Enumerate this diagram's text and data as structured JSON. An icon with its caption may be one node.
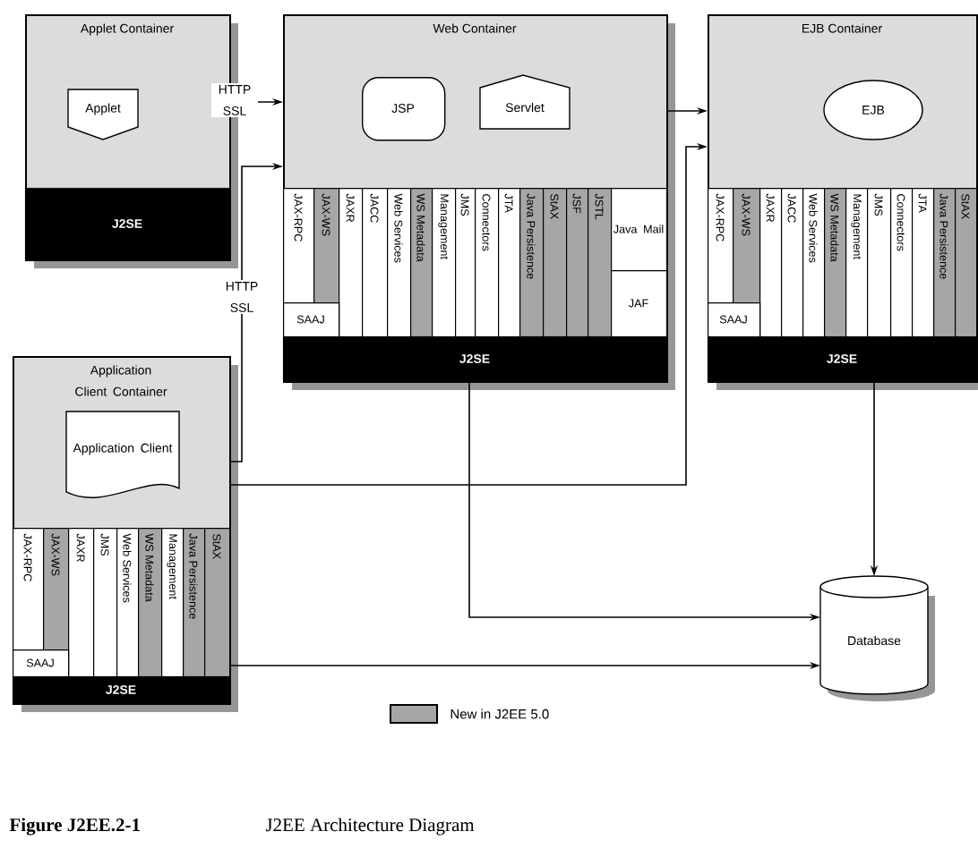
{
  "diagram": {
    "caption": "J2EE Architecture Diagram",
    "nodes": [
      {
        "text": [
          "Applet Container"
        ]
      },
      {
        "text": [
          "Applet"
        ],
        "in": 0
      },
      {
        "text": [
          "J2SE"
        ],
        "in": 0
      },
      {
        "text": [
          "Web Container"
        ]
      },
      {
        "text": [
          "JSP"
        ],
        "in": 3
      },
      {
        "text": [
          "Servlet"
        ],
        "in": 3
      },
      {
        "text": [
          "JAX-RPC"
        ],
        "in": 3
      },
      {
        "text": [
          "JAX-WS"
        ],
        "in": 3
      },
      {
        "text": [
          "JAXR"
        ],
        "in": 3
      },
      {
        "text": [
          "JACC"
        ],
        "in": 3
      },
      {
        "text": [
          "Web Services"
        ],
        "in": 3
      },
      {
        "text": [
          "WS Metadata"
        ],
        "in": 3
      },
      {
        "text": [
          "Management"
        ],
        "in": 3
      },
      {
        "text": [
          "JMS"
        ],
        "in": 3
      },
      {
        "text": [
          "Connectors"
        ],
        "in": 3
      },
      {
        "text": [
          "JTA"
        ],
        "in": 3
      },
      {
        "text": [
          "Java Persistence"
        ],
        "in": 3
      },
      {
        "text": [
          "StAX"
        ],
        "in": 3
      },
      {
        "text": [
          "JSF"
        ],
        "in": 3
      },
      {
        "text": [
          "JSTL"
        ],
        "in": 3
      },
      {
        "text": [
          "Java Mail"
        ],
        "in": 3
      },
      {
        "text": [
          "JAF"
        ],
        "in": 3
      },
      {
        "text": [
          "SAAJ"
        ],
        "in": 3
      },
      {
        "text": [
          "J2SE"
        ],
        "in": 3
      },
      {
        "text": [
          "EJB Container"
        ]
      },
      {
        "text": [
          "EJB"
        ],
        "in": 24
      },
      {
        "text": [
          "JAX-RPC"
        ],
        "in": 24
      },
      {
        "text": [
          "JAX-WS"
        ],
        "in": 24
      },
      {
        "text": [
          "JAXR"
        ],
        "in": 24
      },
      {
        "text": [
          "JACC"
        ],
        "in": 24
      },
      {
        "text": [
          "Web Services"
        ],
        "in": 24
      },
      {
        "text": [
          "WS Metadata"
        ],
        "in": 24
      },
      {
        "text": [
          "Management"
        ],
        "in": 24
      },
      {
        "text": [
          "JMS"
        ],
        "in": 24
      },
      {
        "text": [
          "Connectors"
        ],
        "in": 24
      },
      {
        "text": [
          "JTA"
        ],
        "in": 24
      },
      {
        "text": [
          "Java Persistence"
        ],
        "in": 24
      },
      {
        "text": [
          "StAX"
        ],
        "in": 24
      },
      {
        "text": [
          "SAAJ"
        ],
        "in": 24
      },
      {
        "text": [
          "J2SE"
        ],
        "in": 24
      },
      {
        "text": [
          "Application Client Container"
        ]
      },
      {
        "text": [
          "Application Client"
        ],
        "in": 40
      },
      {
        "text": [
          "JAX-RPC"
        ],
        "in": 40
      },
      {
        "text": [
          "JAX-WS"
        ],
        "in": 40
      },
      {
        "text": [
          "JAXR"
        ],
        "in": 40
      },
      {
        "text": [
          "JMS"
        ],
        "in": 40
      },
      {
        "text": [
          "Web Services"
        ],
        "in": 40
      },
      {
        "text": [
          "WS Metadata"
        ],
        "in": 40
      },
      {
        "text": [
          "Management"
        ],
        "in": 40
      },
      {
        "text": [
          "Java Persistence"
        ],
        "in": 40
      },
      {
        "text": [
          "StAX"
        ],
        "in": 40
      },
      {
        "text": [
          "SAAJ"
        ],
        "in": 40
      },
      {
        "text": [
          "J2SE"
        ],
        "in": 40
      },
      {
        "text": [
          "Database"
        ]
      }
    ],
    "edges": [
      {
        "from": 0,
        "to": 3,
        "arrow": "to",
        "label": "HTTP SSL"
      },
      {
        "from": 40,
        "to": 3,
        "arrow": "to",
        "label": "HTTP SSL"
      },
      {
        "from": 3,
        "to": 24,
        "arrow": "to"
      },
      {
        "from": 40,
        "to": 24,
        "arrow": "to"
      },
      {
        "from": 3,
        "to": 53,
        "arrow": "to"
      },
      {
        "from": 24,
        "to": 53,
        "arrow": "to"
      },
      {
        "from": 40,
        "to": 53,
        "arrow": "to"
      }
    ],
    "labels": [
      "Figure J2EE.2-1"
    ],
    "legend": [
      {
        "text": "New in J2EE 5.0",
        "color": "#a6a6a6"
      }
    ]
  }
}
